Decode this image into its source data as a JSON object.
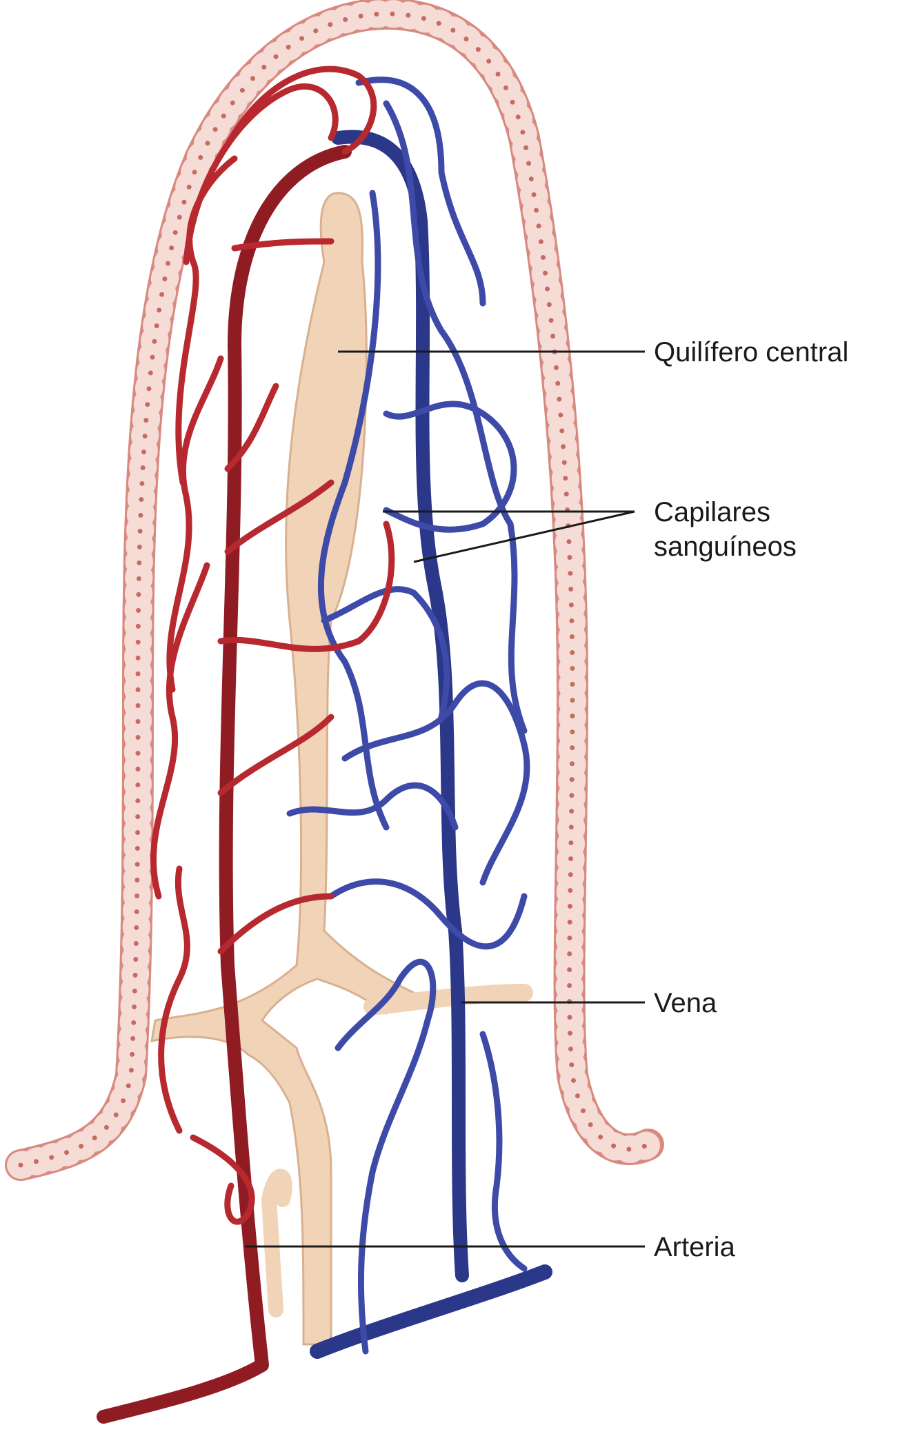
{
  "figure": {
    "labels": {
      "central_lacteal": "Quilífero central",
      "blood_capillaries_line1": "Capilares",
      "blood_capillaries_line2": "sanguíneos",
      "vein": "Vena",
      "artery": "Arteria"
    },
    "colors": {
      "artery": "#b8282f",
      "artery_dark": "#8f1c22",
      "vein": "#3d4aa8",
      "vein_dark": "#2b3788",
      "lacteal": "#f1d3b8",
      "lacteal_edge": "#d9b08f",
      "epithelium_fill": "#f6dcd6",
      "epithelium_edge": "#d98a80",
      "cell_nucleus": "#c76a62"
    }
  }
}
